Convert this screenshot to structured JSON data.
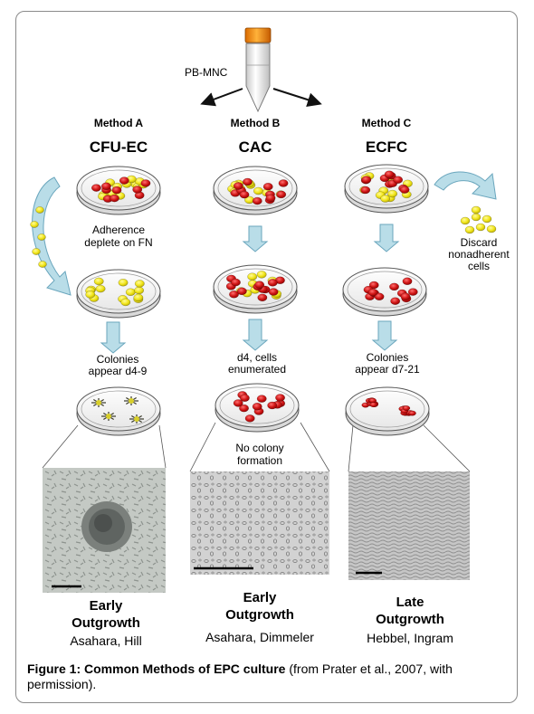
{
  "source_label": "PB-MNC",
  "methods": [
    {
      "method_label": "Method A",
      "name": "CFU-EC",
      "step1": [
        "Adherence",
        "deplete on FN"
      ],
      "step2": [
        "Colonies",
        "appear d4-9"
      ],
      "outcome": [
        "Early",
        "Outgrowth"
      ],
      "authors": "Asahara, Hill"
    },
    {
      "method_label": "Method B",
      "name": "CAC",
      "step2": [
        "d4, cells",
        "enumerated"
      ],
      "note": [
        "No colony",
        "formation"
      ],
      "outcome": [
        "Early",
        "Outgrowth"
      ],
      "authors": "Asahara, Dimmeler"
    },
    {
      "method_label": "Method C",
      "name": "ECFC",
      "side_note": [
        "Discard",
        "nonadherent",
        "cells"
      ],
      "step2": [
        "Colonies",
        "appear d7-21"
      ],
      "outcome": [
        "Late",
        "Outgrowth"
      ],
      "authors": "Hebbel, Ingram"
    }
  ],
  "caption": {
    "bold": "Figure 1: Common Methods of EPC culture",
    "rest": " (from Prater et al., 2007, with permission)."
  },
  "colors": {
    "yellow_cell": "#f2e61c",
    "red_cell": "#d01616",
    "arrow_fill": "#b9dde8",
    "arrow_stroke": "#6aa6bd"
  }
}
